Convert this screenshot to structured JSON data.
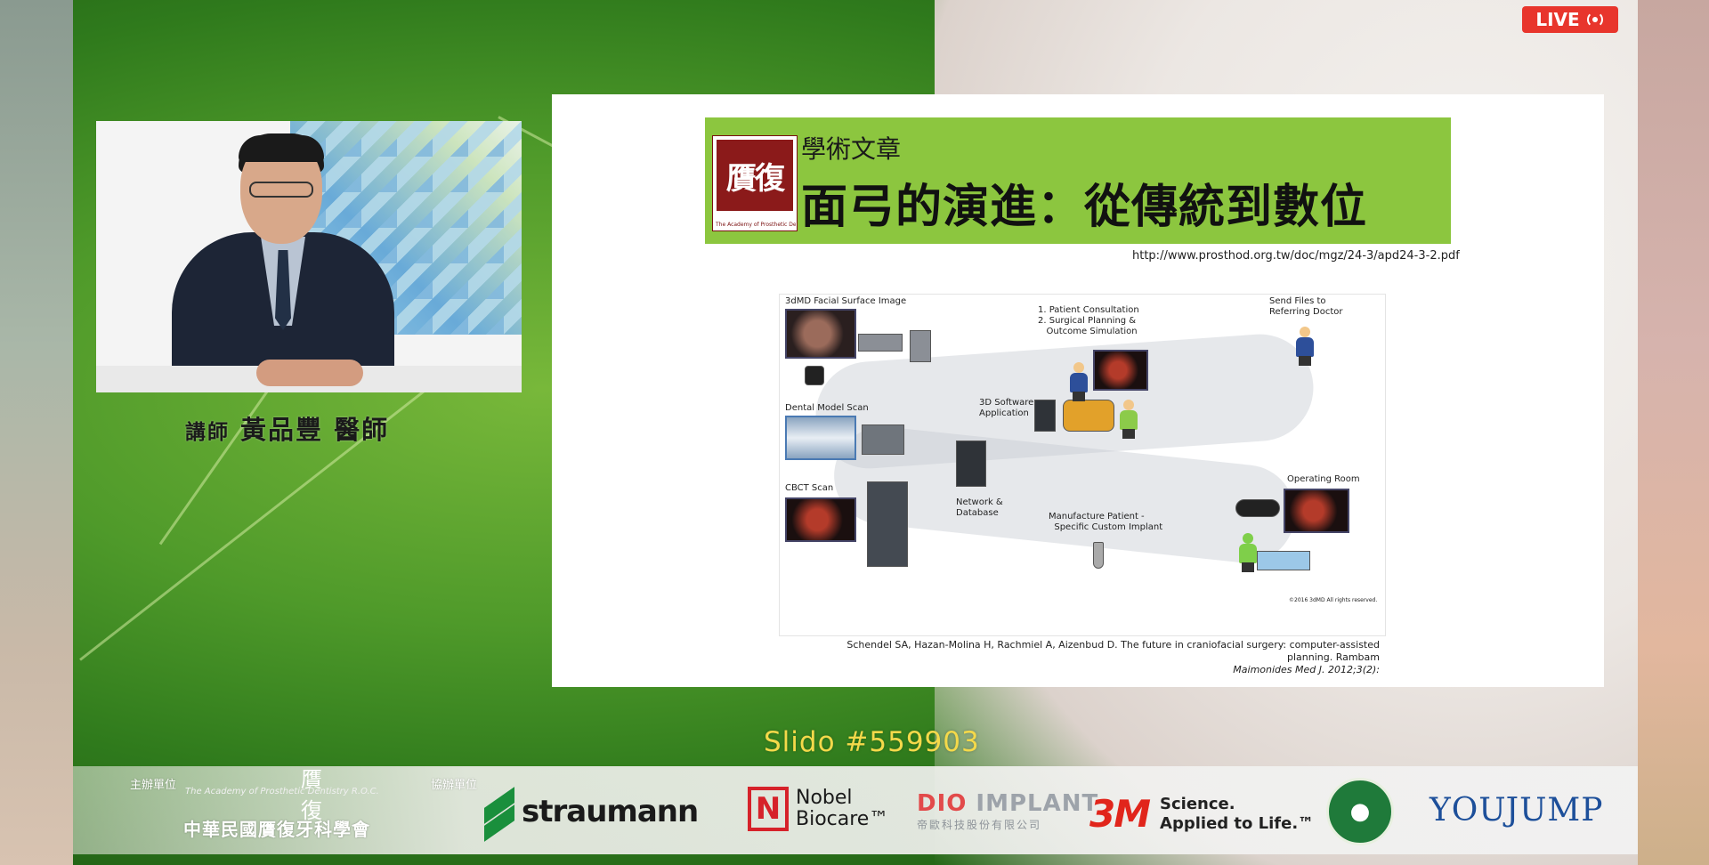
{
  "live_badge": {
    "label": "LIVE",
    "icon": "broadcast-icon",
    "color": "#e8352c"
  },
  "speaker": {
    "title": "講師",
    "name": "黃品豐 醫師"
  },
  "slide": {
    "journal_logo_glyphs": "贋復",
    "journal_logo_caption": "The Academy of Prosthetic Dentistry R.O.C., Taiwan",
    "kicker": "學術文章",
    "title": "面弓的演進：從傳統到數位",
    "url": "http://www.prosthod.org.tw/doc/mgz/24-3/apd24-3-2.pdf",
    "figure": {
      "labels": {
        "facial": "3dMD Facial Surface Image",
        "consult_1": "1. Patient Consultation",
        "consult_2": "2. Surgical Planning &",
        "consult_3": "Outcome Simulation",
        "send_1": "Send Files to",
        "send_2": "Referring Doctor",
        "software_1": "3D Software",
        "software_2": "Application",
        "dental": "Dental Model Scan",
        "network_1": "Network &",
        "network_2": "Database",
        "or": "Operating Room",
        "manufacture_1": "Manufacture Patient -",
        "manufacture_2": "Specific Custom Implant",
        "cbct": "CBCT Scan",
        "copyright": "©2016 3dMD All rights reserved."
      }
    },
    "reference_1": "Schendel SA, Hazan-Molina H, Rachmiel A, Aizenbud D. The future in craniofacial surgery: computer-assisted planning. Rambam",
    "reference_2": "Maimonides Med J. 2012;3(2):"
  },
  "slido": "Slido #559903",
  "sponsors": {
    "host_label": "主辦單位",
    "co_label": "協辦單位",
    "host_tagline": "The Academy of Prosthetic Dentistry R.O.C.",
    "host_seal": "贋復",
    "host_name": "中華民國贋復牙科學會",
    "straumann": "straumann",
    "nobel_mark": "N",
    "nobel_1": "Nobel",
    "nobel_2": "Biocare™",
    "dio_1": "DIO",
    "dio_2": " IMPLANT",
    "dio_sub": "帝歐科技股份有限公司",
    "mmm": "3M",
    "mmm_tag_1": "Science.",
    "mmm_tag_2": "Applied to Life.™",
    "green_seal_icon": "tooth-icon",
    "youjump": "YOUJUMP"
  }
}
